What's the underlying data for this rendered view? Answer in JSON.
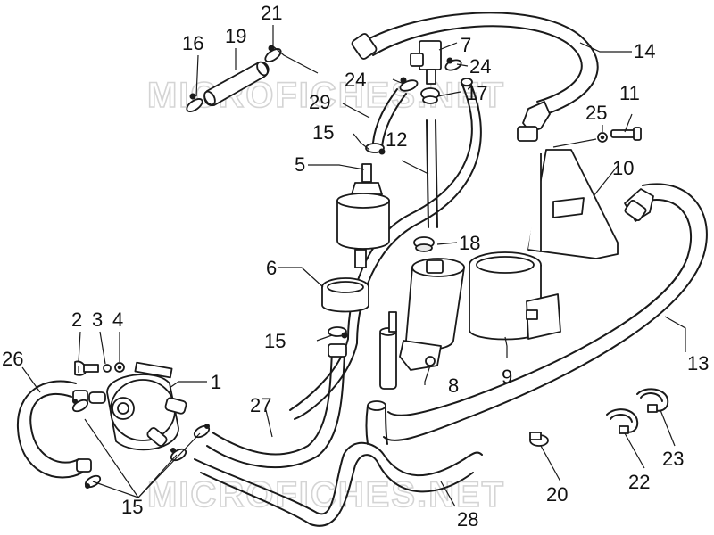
{
  "watermarks": [
    {
      "id": "wm-top",
      "text": "MICROFICHES.NET"
    },
    {
      "id": "wm-bottom",
      "text": "MICROFICHES.NET"
    }
  ],
  "callouts": {
    "c1": "1",
    "c2": "2",
    "c3": "3",
    "c4": "4",
    "c5": "5",
    "c6": "6",
    "c7": "7",
    "c8": "8",
    "c9": "9",
    "c10": "10",
    "c11": "11",
    "c12": "12",
    "c13": "13",
    "c14": "14",
    "c15a": "15",
    "c15b": "15",
    "c15c": "15",
    "c16": "16",
    "c17": "17",
    "c18": "18",
    "c19": "19",
    "c20": "20",
    "c21": "21",
    "c22": "22",
    "c23": "23",
    "c24a": "24",
    "c24b": "24",
    "c25": "25",
    "c26": "26",
    "c27": "27",
    "c28": "28",
    "c29": "29"
  }
}
